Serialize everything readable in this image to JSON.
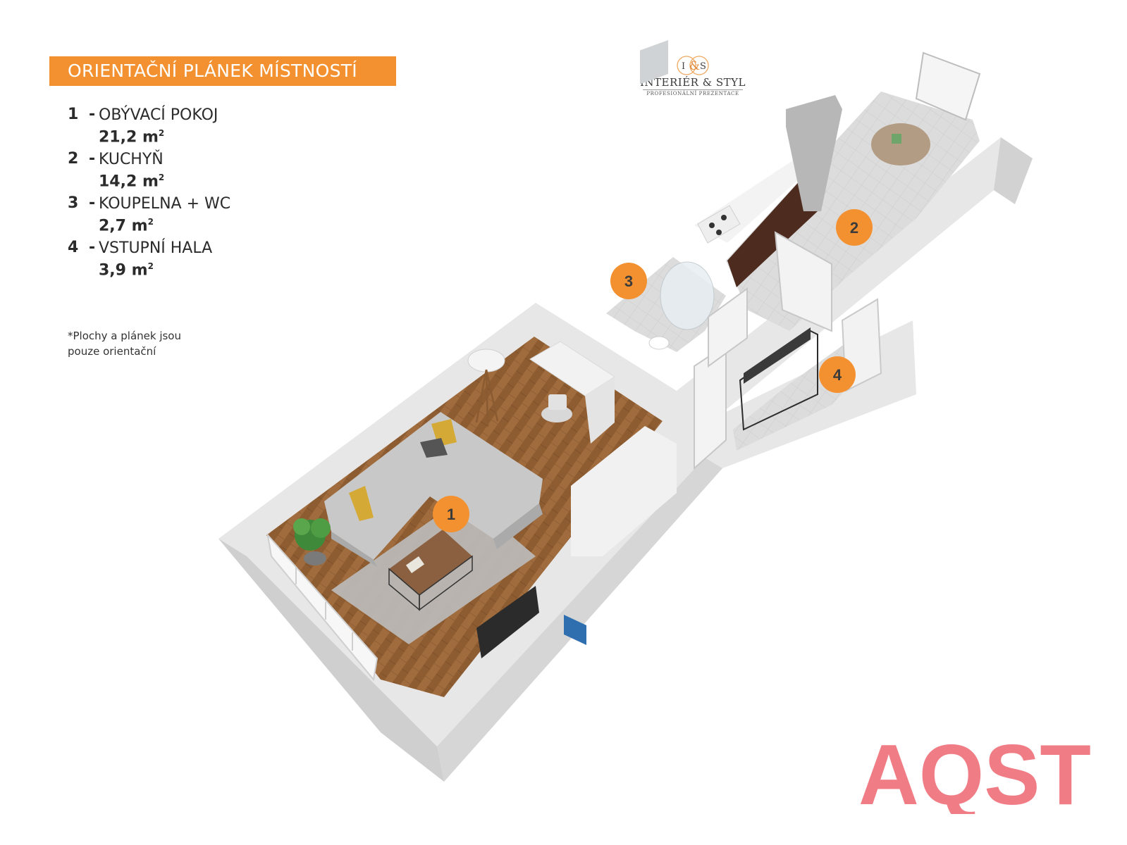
{
  "header": {
    "title": "ORIENTAČNÍ PLÁNEK MÍSTNOSTÍ"
  },
  "legend": {
    "rooms": [
      {
        "number": "1",
        "dash": "-",
        "name": "OBÝVACÍ POKOJ",
        "area_value": "21,2 m",
        "area_sup": "2"
      },
      {
        "number": "2",
        "dash": "-",
        "name": "KUCHYŇ",
        "area_value": "14,2 m",
        "area_sup": "2"
      },
      {
        "number": "3",
        "dash": "-",
        "name": "KOUPELNA + WC",
        "area_value": "2,7 m",
        "area_sup": "2"
      },
      {
        "number": "4",
        "dash": "-",
        "name": "VSTUPNÍ HALA",
        "area_value": "3,9 m",
        "area_sup": "2"
      }
    ]
  },
  "note": {
    "line1": "*Plochy  a plánek jsou",
    "line2": "pouze orientační"
  },
  "logo": {
    "initial_left": "I",
    "ampersand": "&",
    "initial_right": "S",
    "name": "INTERIÉR & STYL",
    "subtitle": "PROFESIONÁLNÍ PREZENTACE"
  },
  "plan": {
    "markers": [
      {
        "label": "1"
      },
      {
        "label": "2"
      },
      {
        "label": "3"
      },
      {
        "label": "4"
      }
    ]
  },
  "watermark": {
    "text": "AQST"
  },
  "colors": {
    "accent_orange": "#f39130",
    "watermark_pink": "#f07d86",
    "wall_light": "#f4f4f4",
    "wall_side": "#dcdcdc",
    "floor_parquet": "#9c6a3e",
    "floor_tile": "#d9d9d9"
  }
}
